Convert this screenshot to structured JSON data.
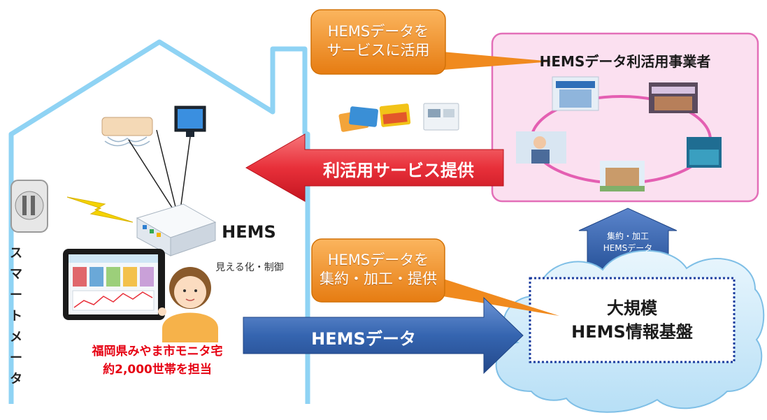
{
  "callouts": {
    "top_line1": "HEMSデータを",
    "top_line2": "サービスに活用",
    "mid_line1": "HEMSデータを",
    "mid_line2": "集約・加工・提供"
  },
  "arrows": {
    "service": "利活用サービス提供",
    "data": "HEMSデータ",
    "up_line1": "集約・加工",
    "up_line2": "HEMSデータ"
  },
  "provider": {
    "title": "HEMSデータ利活用事業者"
  },
  "cloud": {
    "line1": "大規模",
    "line2": "HEMS情報基盤"
  },
  "house": {
    "hems_label": "HEMS",
    "hems_sub": "見える化・制御",
    "smart_meter": "スマートメータ",
    "monitor_line1": "福岡県みやま市モニタ宅",
    "monitor_line2": "約2,000世帯を担当"
  },
  "colors": {
    "house_outline": "#8fd3f4",
    "callout_orange": "#f08a1e",
    "service_arrow": "#e8303a",
    "data_arrow": "#3565b0",
    "provider_fill": "#fbe0f0",
    "provider_border": "#e36fb8",
    "cloud_fill": "#cfeaf9",
    "dotted_box": "#1f3fa0"
  }
}
